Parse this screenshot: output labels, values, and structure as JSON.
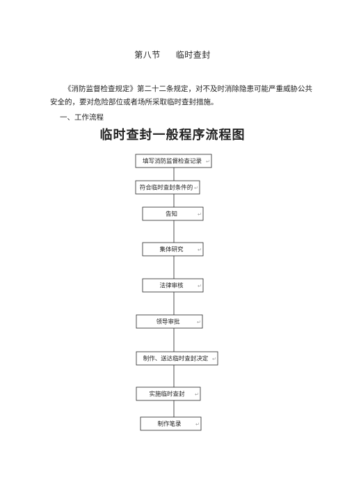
{
  "section": {
    "number": "第八节",
    "title": "临时查封"
  },
  "intro": "《消防监督检查规定》第二十二条规定，对不及时消除隐患可能严重威胁公共安全的，要对危险部位或者场所采取临时查封措施。",
  "subheading": "一、工作流程",
  "flowchart": {
    "title": "临时查封一般程序流程图",
    "steps": [
      "填写消防监督检查记录",
      "符合临时查封条件的",
      "告知",
      "集体研究",
      "法律审核",
      "领导审批",
      "制作、送达临时查封决定",
      "实施临时查封",
      "制作笔录"
    ],
    "mark": "↵"
  }
}
